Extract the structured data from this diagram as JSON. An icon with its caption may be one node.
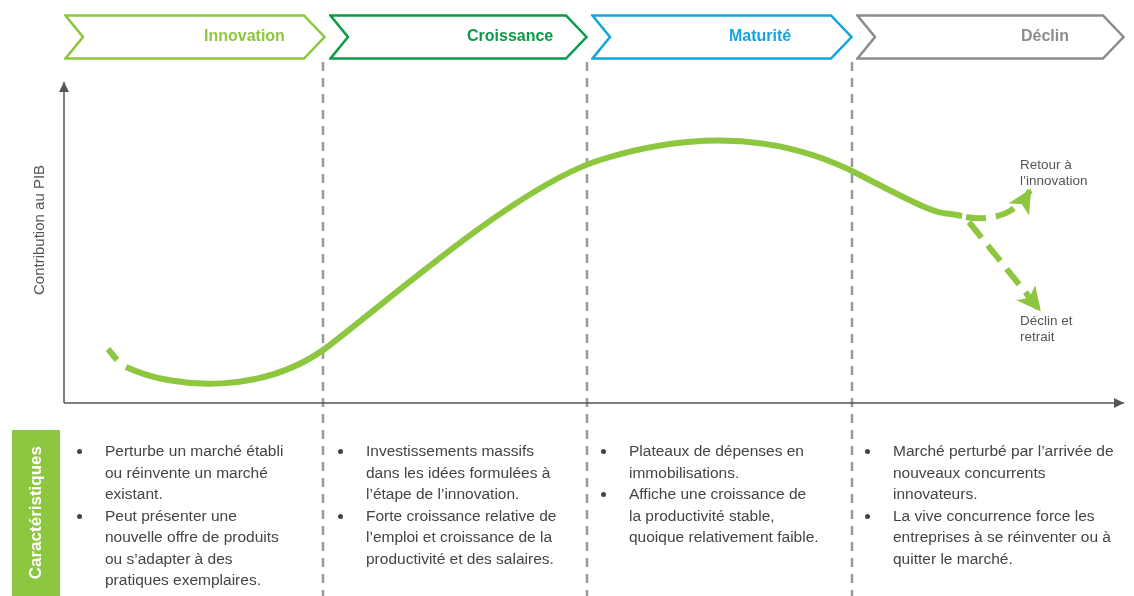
{
  "diagram": {
    "nodes": [
      {
        "text": [
          "Innovation"
        ]
      },
      {
        "text": [
          "Croissance"
        ]
      },
      {
        "text": [
          "Maturité"
        ]
      },
      {
        "text": [
          "Déclin"
        ]
      },
      {
        "text": [
          "Retour à l’innovation"
        ]
      },
      {
        "text": [
          "Déclin et retrait"
        ]
      },
      {
        "text": [
          "Caractéristiques"
        ]
      }
    ],
    "edges": [
      {
        "from": null,
        "to": 4,
        "arrow": "to",
        "style": "dashed"
      },
      {
        "from": null,
        "to": 5,
        "arrow": "to",
        "style": "dashed"
      }
    ],
    "labels": [
      "Contribution au PIB",
      "Perturbe un marché établi ou réinvente un marché existant.",
      "Peut présenter une nouvelle offre de produits ou s’adapter à des pratiques exemplaires.",
      "Investissements massifs dans les idées formulées à l’étape de l’innovation.",
      "Forte croissance relative de l’emploi et croissance de la productivité et des salaires.",
      "Plateaux de dépenses en immobilisations.",
      "Affiche une croissance de la productivité stable, quoique relativement faible.",
      "Marché perturbé par l’arrivée de nouveaux concurrents innovateurs.",
      "La vive concurrence force les entreprises à se réinventer ou à quitter le marché."
    ]
  }
}
